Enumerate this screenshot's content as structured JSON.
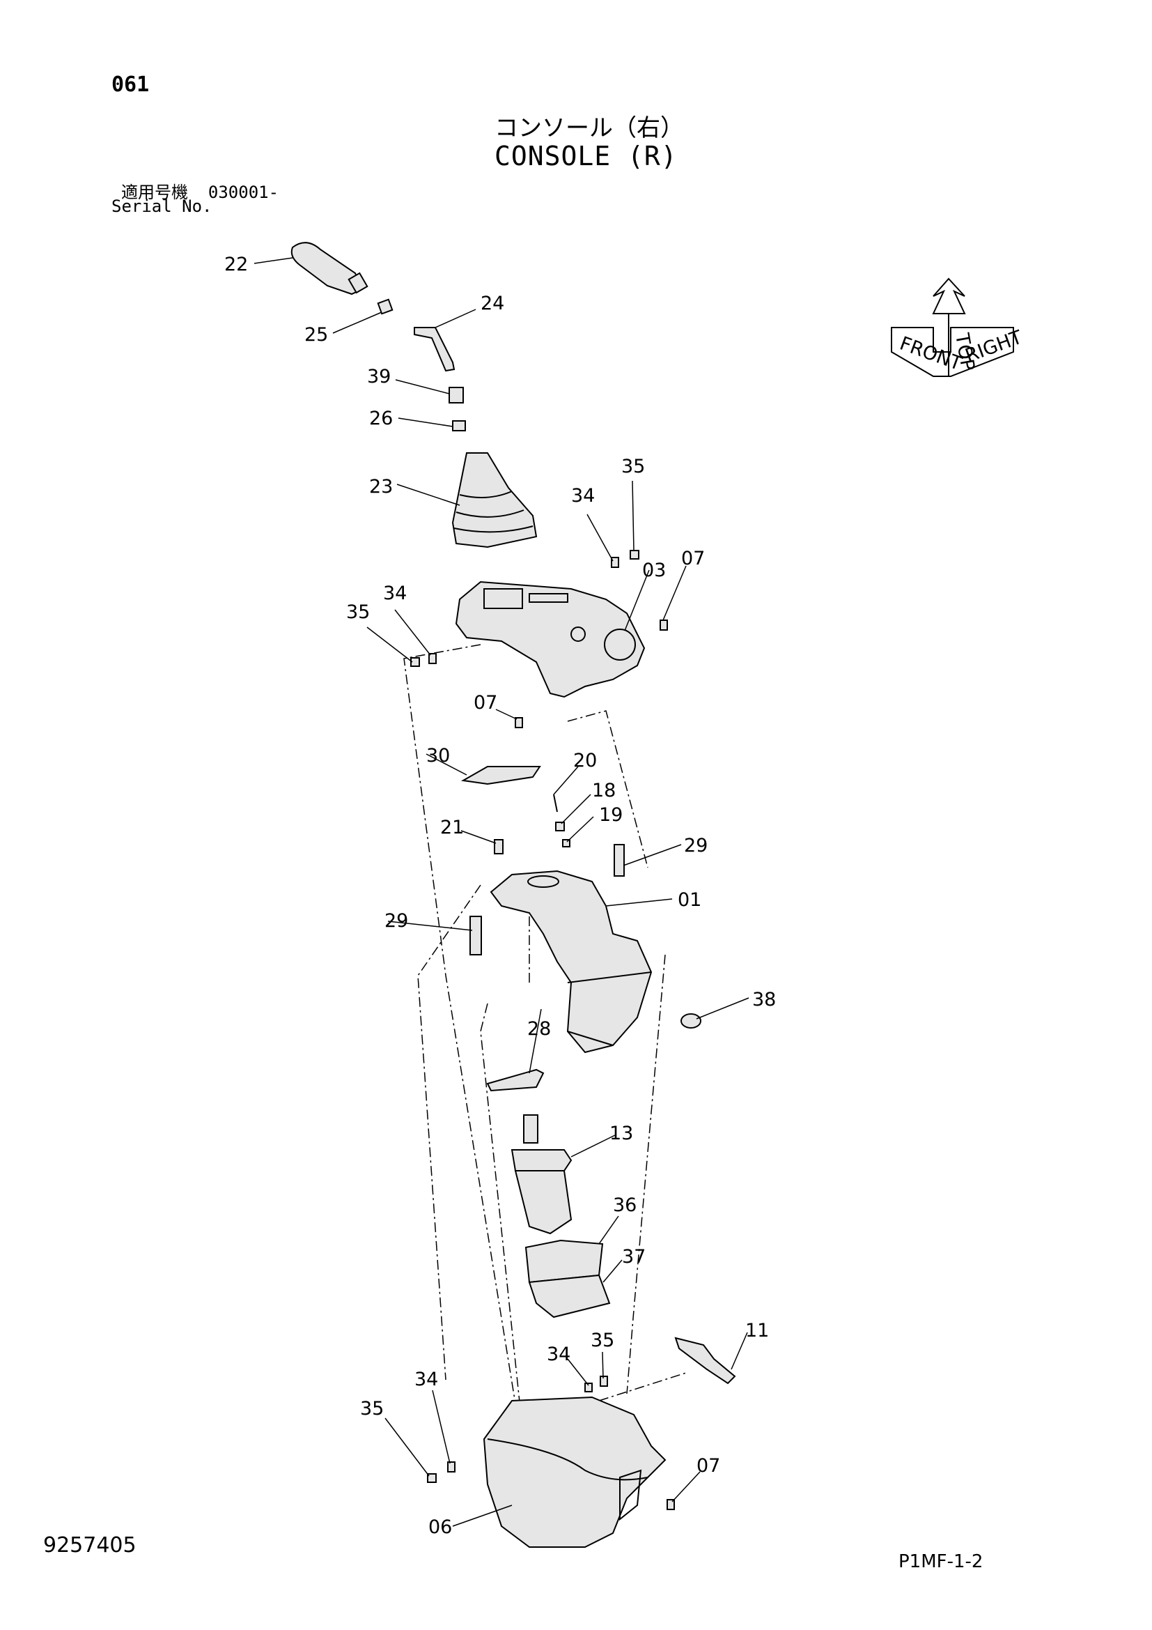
{
  "header": {
    "page_no": "061",
    "title_jp": "コンソール（右）",
    "title_en": "CONSOLE (R)",
    "serial_label_jp": "適用号機",
    "serial_value": "030001-",
    "serial_label_en": "Serial No."
  },
  "footer": {
    "doc_no": "9257405",
    "sheet_ref": "P1MF-1-2"
  },
  "orientation_symbol": [
    "TOP",
    "FRONT",
    "RIGHT"
  ],
  "callouts": [
    "22",
    "24",
    "25",
    "39",
    "26",
    "23",
    "34",
    "35",
    "03",
    "07",
    "34",
    "35",
    "07",
    "30",
    "20",
    "18",
    "19",
    "21",
    "29",
    "01",
    "29",
    "38",
    "28",
    "13",
    "36",
    "37",
    "11",
    "34",
    "35",
    "34",
    "35",
    "07",
    "06"
  ]
}
